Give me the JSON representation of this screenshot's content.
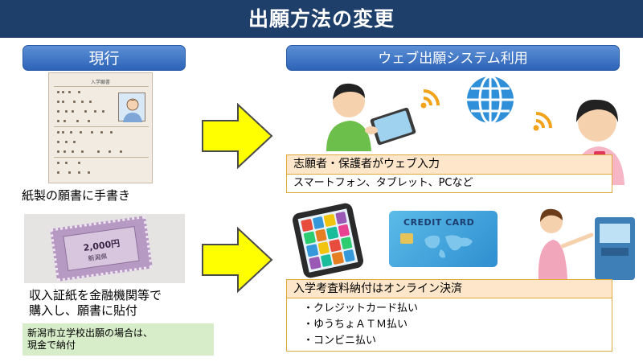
{
  "header": {
    "title": "出願方法の変更"
  },
  "left": {
    "section_label": "現行",
    "form_title": "入学願書",
    "caption_form": "紙製の願書に手書き",
    "stamp_amount": "2,000円",
    "stamp_prefecture": "新潟県",
    "caption_stamp_line1": "収入証紙を金融機関等で",
    "caption_stamp_line2": "購入し、願書に貼付",
    "note_line1": "新潟市立学校出願の場合は、",
    "note_line2": "現金で納付"
  },
  "right": {
    "section_label": "ウェブ出願システム利用",
    "box1": {
      "heading": "志願者・保護者がウェブ入力",
      "detail": "スマートフォン、タブレット、PCなど"
    },
    "card_label": "CREDIT CARD",
    "box2": {
      "heading": "入学考査料納付はオンライン決済",
      "items": [
        "クレジットカード払い",
        "ゆうちょＡＴＭ払い",
        "コンビニ払い"
      ]
    }
  },
  "colors": {
    "title_bar": "#1f3f6b",
    "pill": "#3a72c4",
    "arrow": "#ffff00",
    "box_border": "#e0a93a",
    "box_head": "#fde6c9",
    "note_bg": "#d7ecc9"
  }
}
